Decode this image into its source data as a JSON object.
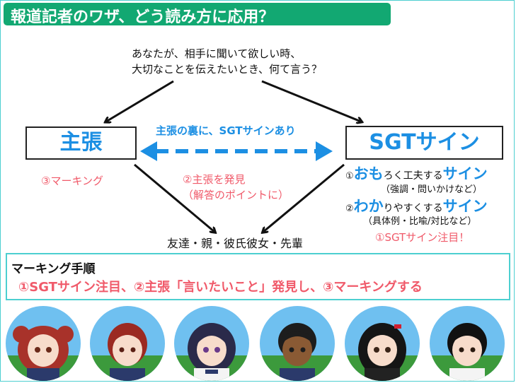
{
  "title": "報道記者のワザ、どう読み方に応用？",
  "question": {
    "line1": "あなたが、相手に聞いて欲しい時、",
    "line2": "大切なことを伝えたいとき、何て言う？"
  },
  "claim_box": {
    "label": "主張"
  },
  "sgt_box": {
    "label": "SGTサイン"
  },
  "behind_label": "主張の裏に、SGTサインあり",
  "marking_note": "③マーキング",
  "find_claim": {
    "line1": "②主張を発見",
    "line2": "（解答のポイントに）"
  },
  "sign1": {
    "num": "①",
    "big_a": "おも",
    "mid": "ろく工夫する",
    "big_b": "サイン",
    "sub": "（強調・問いかけなど）"
  },
  "sign2": {
    "num": "②",
    "big_a": "わか",
    "mid": "りやすくする",
    "big_b": "サイン",
    "sub": "（具体例・比喩/対比など）"
  },
  "sgt_note": "①SGTサイン注目！",
  "audience": "友達・親・彼氏彼女・先輩",
  "procedure": {
    "title": "マーキング手順",
    "steps": "①SGTサイン注目、②主張「言いたいこと」発見し、③マーキングする"
  },
  "colors": {
    "title_bg": "#12a872",
    "accent_blue": "#1c8fe3",
    "accent_red": "#f05a6a",
    "frame": "#4ccfd0"
  },
  "avatars": [
    {
      "name": "avatar-red-twintails"
    },
    {
      "name": "avatar-red-hair-boy"
    },
    {
      "name": "avatar-navy-hair-girl"
    },
    {
      "name": "avatar-tan-boy"
    },
    {
      "name": "avatar-black-hair-girl"
    },
    {
      "name": "avatar-black-hair-boy"
    }
  ]
}
